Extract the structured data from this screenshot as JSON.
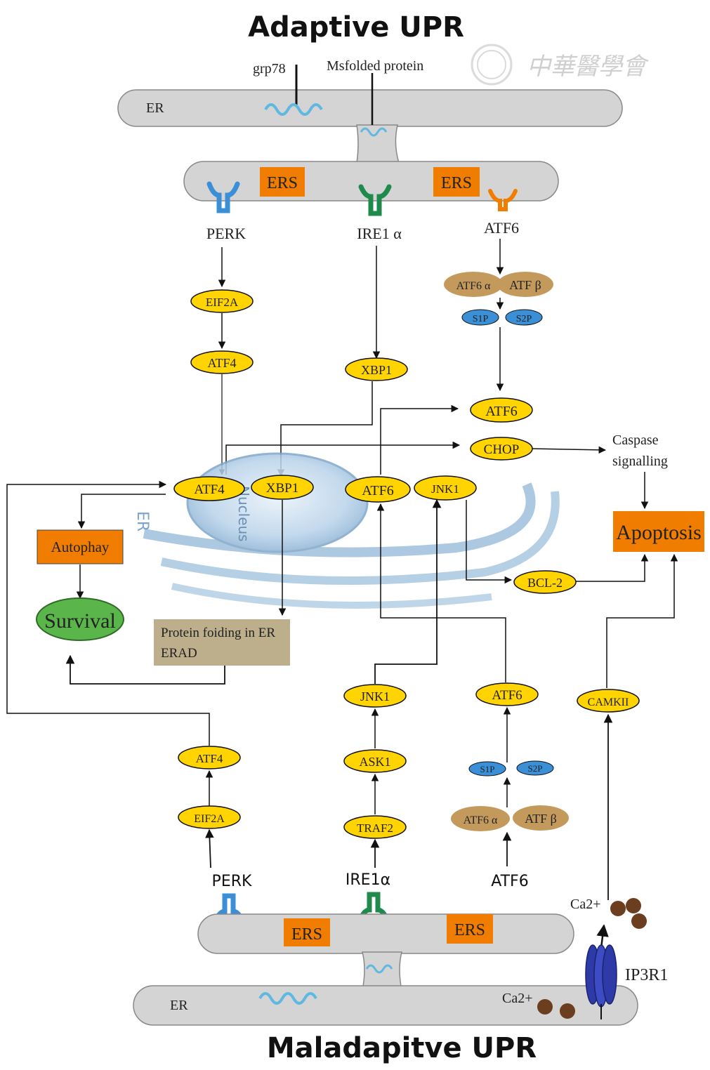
{
  "titles": {
    "top": "Adaptive UPR",
    "bottom": "Maladapitve UPR"
  },
  "top_section": {
    "grp78": "grp78",
    "misfolded": "Msfolded protein",
    "watermark_text": "中華醫學會",
    "er_label": "ER",
    "ers_left": "ERS",
    "ers_right": "ERS",
    "perk": "PERK",
    "ire1": "IRE1 α",
    "atf6": "ATF6",
    "eif2a": "EIF2A",
    "atf4": "ATF4",
    "xbp1": "XBP1",
    "atf6a": "ATF6 α",
    "atfb": "ATF β",
    "s1p": "S1P",
    "s2p": "S2P",
    "atf6_out": "ATF6",
    "chop": "CHOP",
    "caspase": "Caspase",
    "signalling": "signalling",
    "apoptosis": "Apoptosis"
  },
  "nucleus_section": {
    "nucleus_label": "Nucleus",
    "er_label": "ER",
    "atf4": "ATF4",
    "xbp1": "XBP1",
    "atf6": "ATF6",
    "jnk1": "JNK1",
    "autophay": "Autophay",
    "survival": "Survival",
    "protein_folding": "Protein foiding in ER",
    "erad": "ERAD",
    "bcl2": "BCL-2"
  },
  "bottom_section": {
    "atf4": "ATF4",
    "eif2a": "EIF2A",
    "perk": "PERK",
    "jnk1": "JNK1",
    "ask1": "ASK1",
    "traf2": "TRAF2",
    "ire1": "IRE1α",
    "atf6_top": "ATF6",
    "s1p": "S1P",
    "s2p": "S2P",
    "atf6a": "ATF6 α",
    "atfb": "ATF β",
    "atf6": "ATF6",
    "camk": "CAMKII",
    "ca_top": "Ca2+",
    "ip3r1": "IP3R1",
    "ca_bottom": "Ca2+",
    "ers_left": "ERS",
    "ers_right": "ERS",
    "er_label": "ER"
  },
  "colors": {
    "yellow": "#ffd400",
    "orange": "#f07d00",
    "brown": "#c49a5c",
    "blue_small": "#3a8fd6",
    "er_gray": "#d4d4d4",
    "survival_green": "#5ab54a",
    "tan_box": "#bdae8c",
    "ca_dot": "#6b3e1f",
    "ip3r_blue": "#2d3aa8"
  }
}
